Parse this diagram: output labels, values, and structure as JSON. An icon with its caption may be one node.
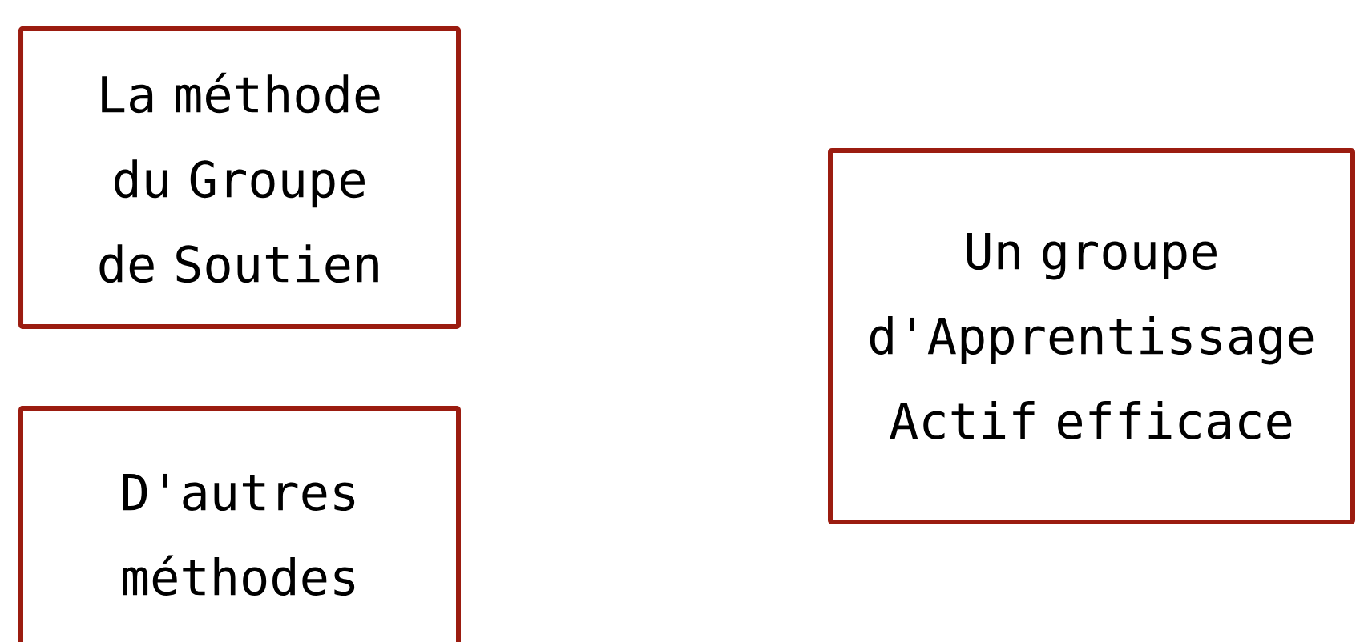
{
  "diagram": {
    "nodes": [
      {
        "text": [
          "La méthode du Groupe de Soutien"
        ]
      },
      {
        "text": [
          "D'autres méthodes"
        ]
      },
      {
        "text": [
          "Un groupe d'Apprentissage Actif efficace"
        ]
      }
    ]
  }
}
